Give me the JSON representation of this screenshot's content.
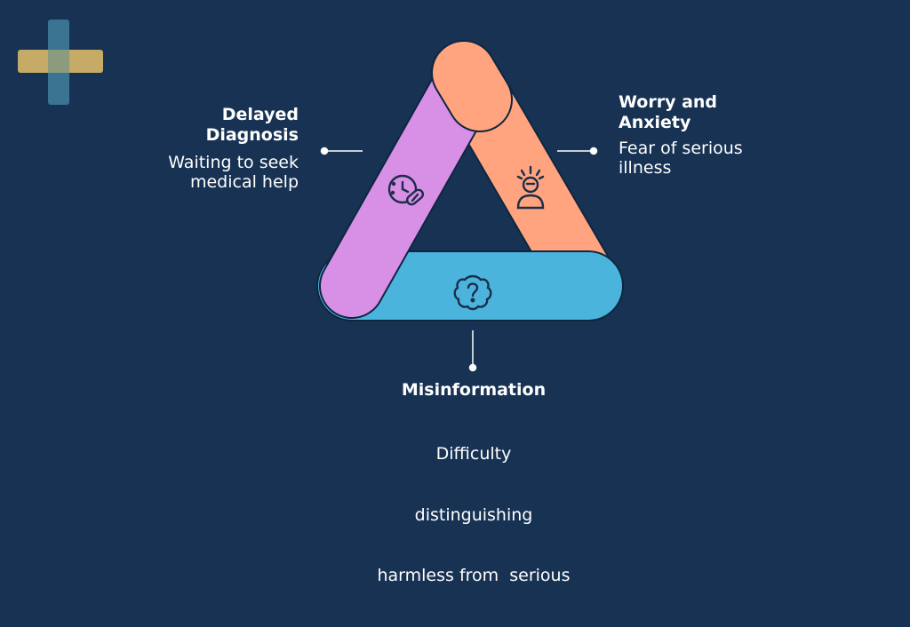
{
  "logo": {
    "icon": "medical-cross-logo"
  },
  "colors": {
    "background": "#173253",
    "purple_band": "#d88fe6",
    "orange_band": "#ffa47e",
    "blue_band": "#4bb4dd",
    "outline": "#0e2640",
    "logo_gold": "#d9b868",
    "logo_teal": "#3f7a99"
  },
  "nodes": {
    "delayed": {
      "title": [
        "Delayed",
        "Diagnosis"
      ],
      "desc": [
        "Waiting to seek",
        "medical help"
      ],
      "icon": "clock-pill-icon"
    },
    "worry": {
      "title": [
        "Worry and",
        "Anxiety"
      ],
      "desc": [
        "Fear of serious",
        "illness"
      ],
      "icon": "anxious-person-icon"
    },
    "misinfo": {
      "title": [
        "Misinformation"
      ],
      "desc": [
        "Difficulty",
        "distinguishing",
        "harmless from  serious"
      ],
      "icon": "question-brain-icon"
    }
  }
}
